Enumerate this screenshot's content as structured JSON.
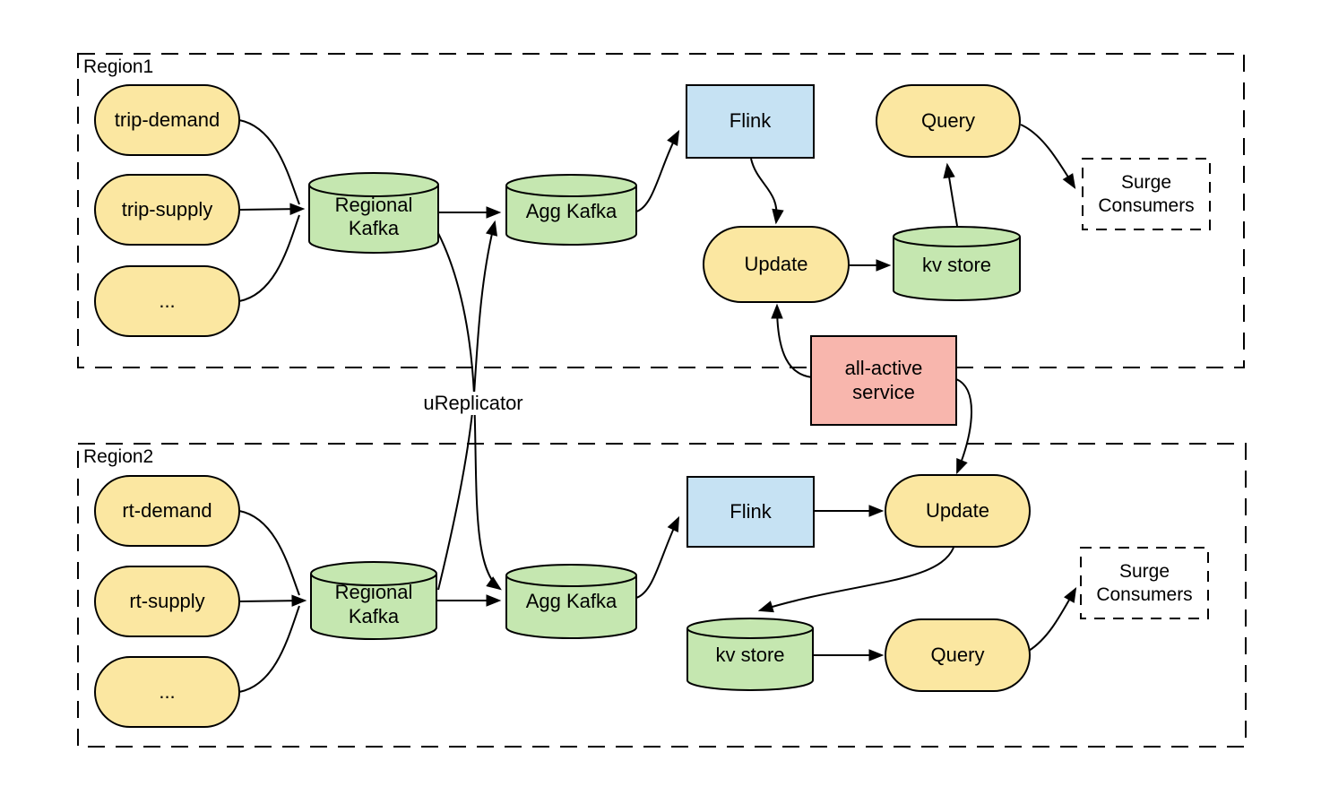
{
  "colors": {
    "topic_fill": "#FBE7A1",
    "kafka_fill": "#C5E7B0",
    "flink_fill": "#C6E2F3",
    "service_fill": "#F8B6AD",
    "stroke": "#000000",
    "background": "#FFFFFF"
  },
  "ureplicator": {
    "label": "uReplicator"
  },
  "all_active_service": {
    "label": "all-active\nservice"
  },
  "region1": {
    "label": "Region1",
    "topics": [
      {
        "label": "trip-demand"
      },
      {
        "label": "trip-supply"
      },
      {
        "label": "..."
      }
    ],
    "regional_kafka": {
      "label": "Regional\nKafka"
    },
    "agg_kafka": {
      "label": "Agg Kafka"
    },
    "flink": {
      "label": "Flink"
    },
    "update": {
      "label": "Update"
    },
    "kv_store": {
      "label": "kv store"
    },
    "query": {
      "label": "Query"
    },
    "surge_consumers": {
      "label": "Surge\nConsumers"
    }
  },
  "region2": {
    "label": "Region2",
    "topics": [
      {
        "label": "rt-demand"
      },
      {
        "label": "rt-supply"
      },
      {
        "label": "..."
      }
    ],
    "regional_kafka": {
      "label": "Regional\nKafka"
    },
    "agg_kafka": {
      "label": "Agg Kafka"
    },
    "flink": {
      "label": "Flink"
    },
    "update": {
      "label": "Update"
    },
    "kv_store": {
      "label": "kv store"
    },
    "query": {
      "label": "Query"
    },
    "surge_consumers": {
      "label": "Surge\nConsumers"
    }
  }
}
